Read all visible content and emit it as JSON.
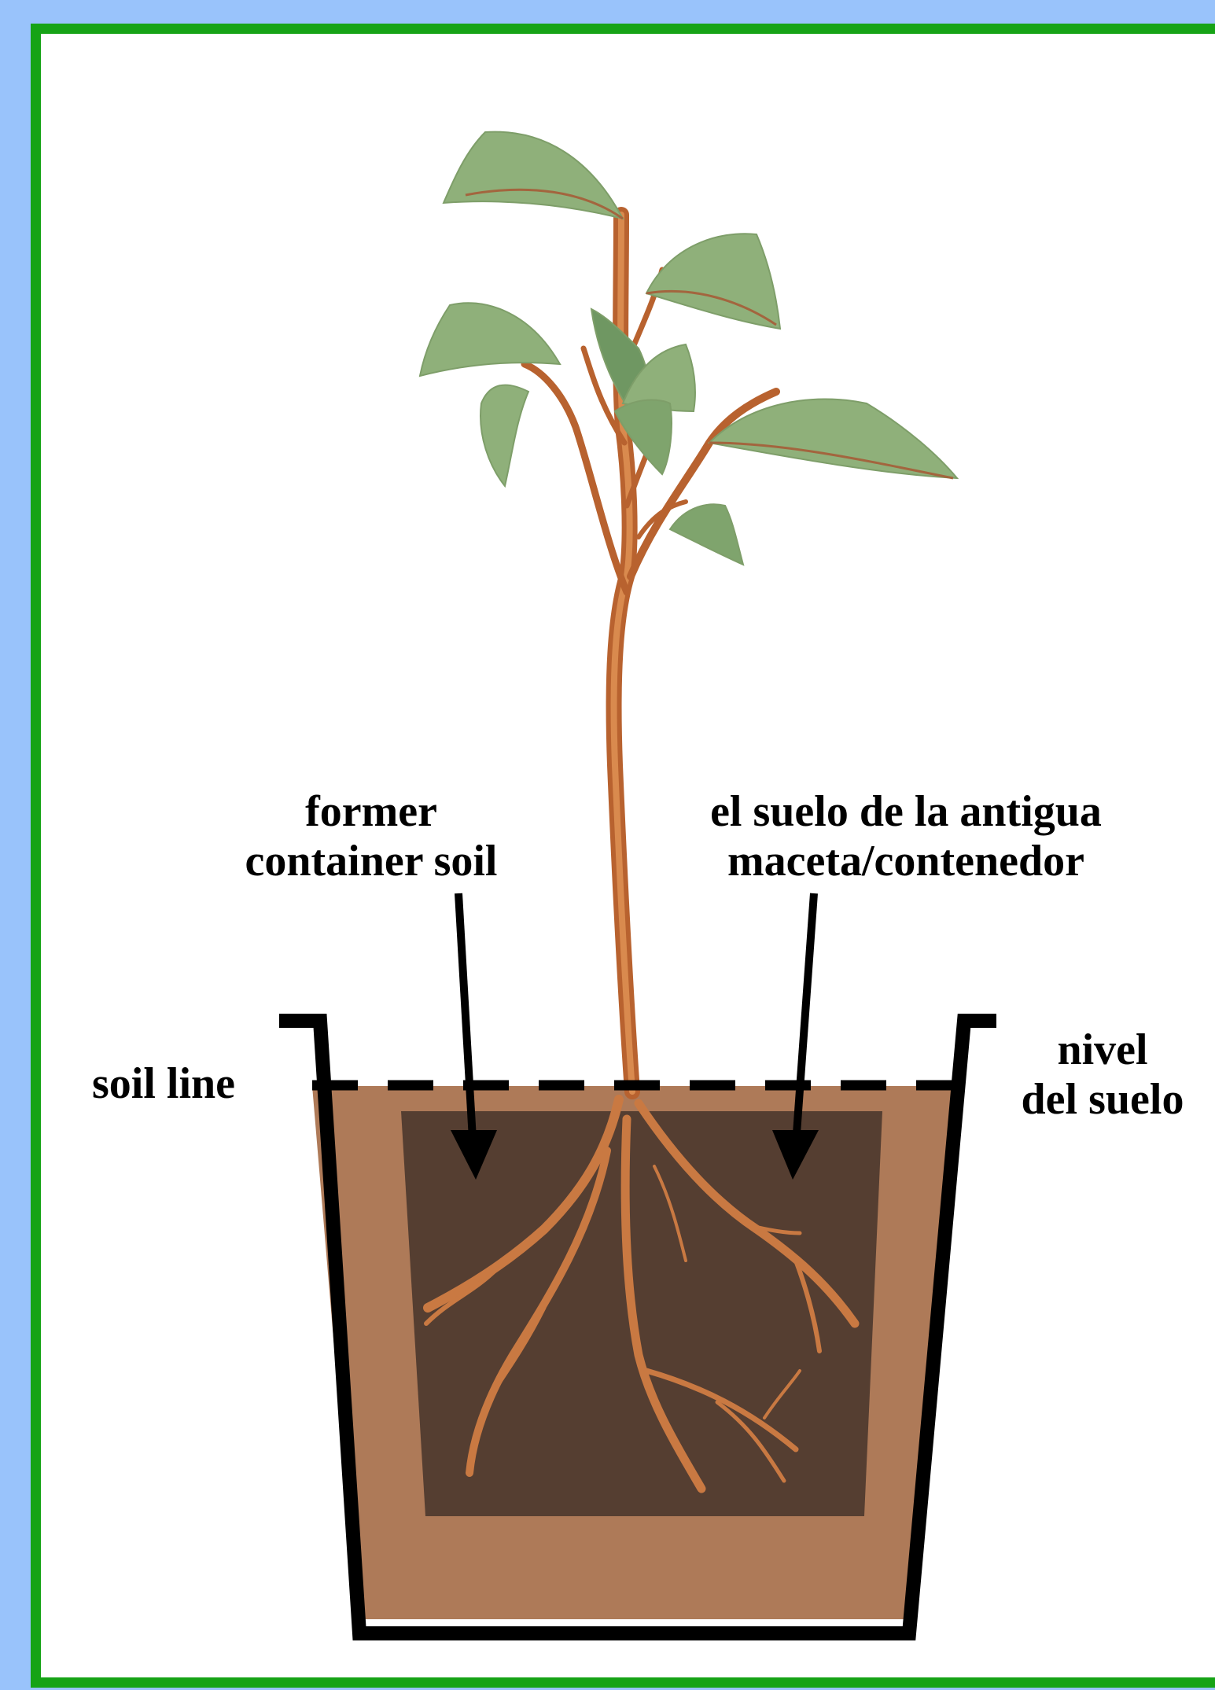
{
  "labels": {
    "former_soil_en_line1": "former",
    "former_soil_en_line2": "container soil",
    "former_soil_es_line1": "el suelo de la antigua",
    "former_soil_es_line2": "maceta/contenedor",
    "soil_line_en": "soil line",
    "soil_line_es_line1": "nivel",
    "soil_line_es_line2": "del suelo"
  },
  "colors": {
    "background": "#99c3fb",
    "frame_border": "#16a316",
    "canvas": "#ffffff",
    "new_soil": "#ae7a58",
    "old_soil": "#553e31",
    "pot_outline": "#000000",
    "stem": "#c46b36",
    "leaf": "#8fb07a",
    "leaf_dark": "#6f9762"
  }
}
